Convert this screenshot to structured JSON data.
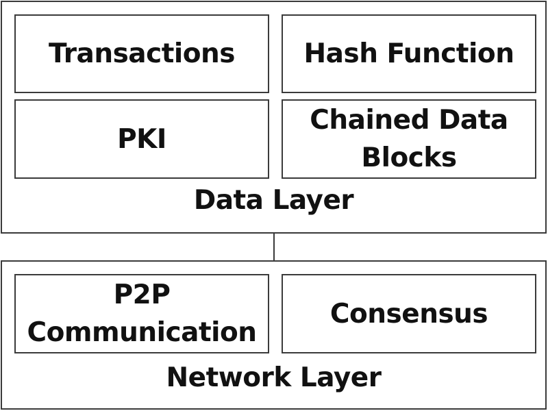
{
  "data_layer": {
    "label": "Data Layer",
    "components": {
      "transactions": "Transactions",
      "hash_function": "Hash Function",
      "pki": "PKI",
      "chained_data_blocks": [
        "Chained Data",
        "Blocks"
      ]
    }
  },
  "network_layer": {
    "label": "Network Layer",
    "components": {
      "p2p_communication": [
        "P2P",
        "Communication"
      ],
      "consensus": "Consensus"
    }
  },
  "colors": {
    "border": "#3a3a3a",
    "background": "#ffffff",
    "text": "#111111"
  }
}
